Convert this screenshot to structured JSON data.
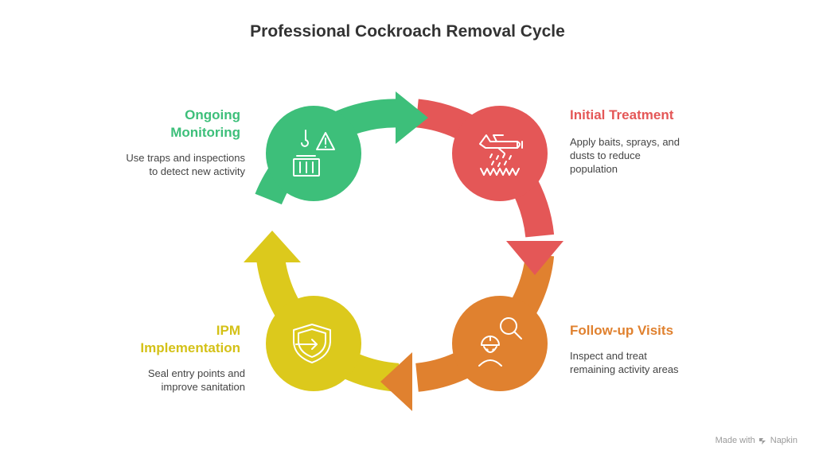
{
  "title": "Professional Cockroach Removal Cycle",
  "colors": {
    "green": "#3dbf7a",
    "red": "#e45757",
    "orange": "#e0812f",
    "yellow": "#dcc91c",
    "text": "#333333"
  },
  "stages": [
    {
      "id": "initial-treatment",
      "title": "Initial Treatment",
      "description_lines": [
        "Apply baits, sprays, and",
        "dusts to reduce",
        "population"
      ],
      "icon": "spray-plane-icon"
    },
    {
      "id": "follow-up-visits",
      "title": "Follow-up Visits",
      "description_lines": [
        "Inspect and treat",
        "remaining activity areas"
      ],
      "icon": "inspector-magnifier-icon"
    },
    {
      "id": "ipm-implementation",
      "title_lines": [
        "IPM",
        "Implementation"
      ],
      "description_lines": [
        "Seal entry points and",
        "improve sanitation"
      ],
      "icon": "shield-enter-icon"
    },
    {
      "id": "ongoing-monitoring",
      "title_lines": [
        "Ongoing",
        "Monitoring"
      ],
      "description_lines": [
        "Use traps and inspections",
        "to detect new activity"
      ],
      "icon": "trap-warning-icon"
    }
  ],
  "footer": {
    "made_with": "Made with",
    "brand": "Napkin"
  }
}
